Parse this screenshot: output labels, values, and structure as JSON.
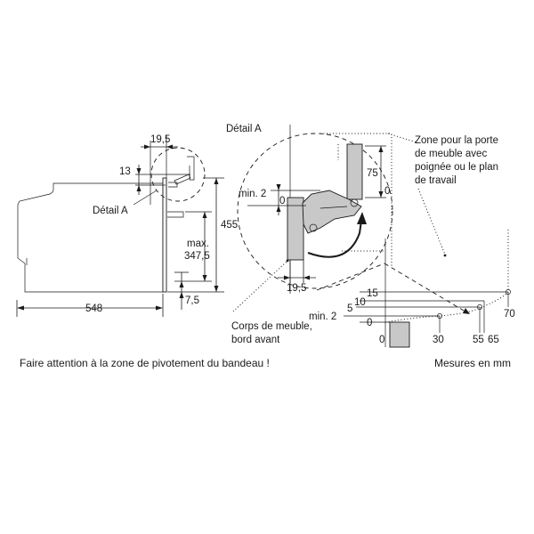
{
  "left_view": {
    "dim_width": "548",
    "dim_top_offset": "19,5",
    "dim_top_gap": "13",
    "dim_height": "455",
    "dim_max_label": "max.",
    "dim_max_value": "347,5",
    "dim_bottom": "7,5",
    "detail_label": "Détail A"
  },
  "detail_view": {
    "title": "Détail A",
    "dim_75": "75",
    "dim_0_right": "0",
    "dim_min2": "min. 2",
    "dim_0_left": "0",
    "dim_19_5": "19,5",
    "note_zone": [
      "Zone pour la porte",
      "de meuble avec",
      "poignée ou le plan",
      "de travail"
    ],
    "note_cabinet": [
      "Corps de meuble,",
      "bord avant"
    ]
  },
  "graph": {
    "y_labels": [
      "15",
      "10",
      "5",
      "min. 2",
      "0"
    ],
    "x_labels": [
      "0",
      "30",
      "55",
      "65",
      "70"
    ]
  },
  "footer": {
    "warning": "Faire attention à la zone de pivotement du bandeau !",
    "units": "Mesures en mm"
  }
}
